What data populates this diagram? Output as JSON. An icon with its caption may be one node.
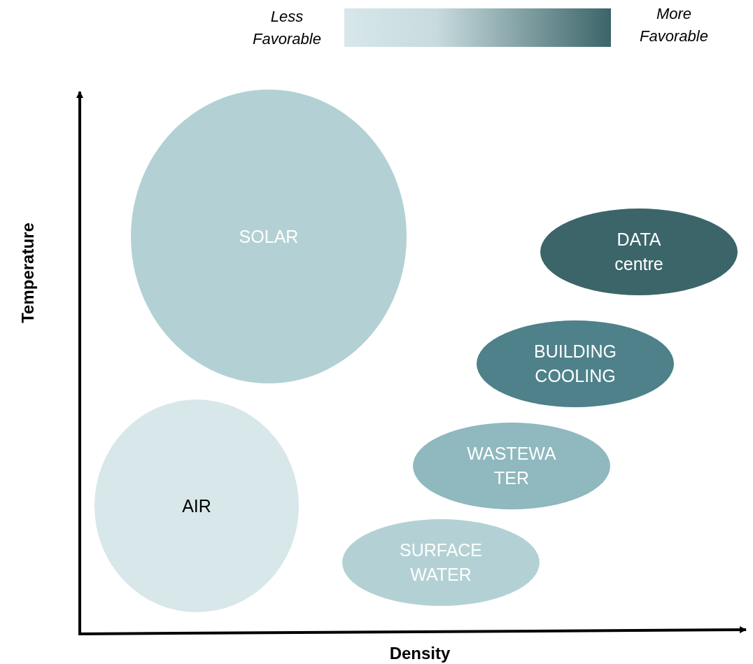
{
  "diagram": {
    "nodes": [
      {
        "text": [],
        "shape": "bar"
      },
      {
        "text": [
          "SOLAR"
        ]
      },
      {
        "text": [
          "DATA centre"
        ]
      },
      {
        "text": [
          "BUILDING COOLING"
        ]
      },
      {
        "text": [
          "AIR"
        ]
      },
      {
        "text": [
          "WASTEWA TER"
        ]
      },
      {
        "text": [
          "SURFACE WATER"
        ]
      }
    ],
    "labels": [
      "Less Favorable",
      "More Favorable",
      "Temperature",
      "Density"
    ]
  }
}
